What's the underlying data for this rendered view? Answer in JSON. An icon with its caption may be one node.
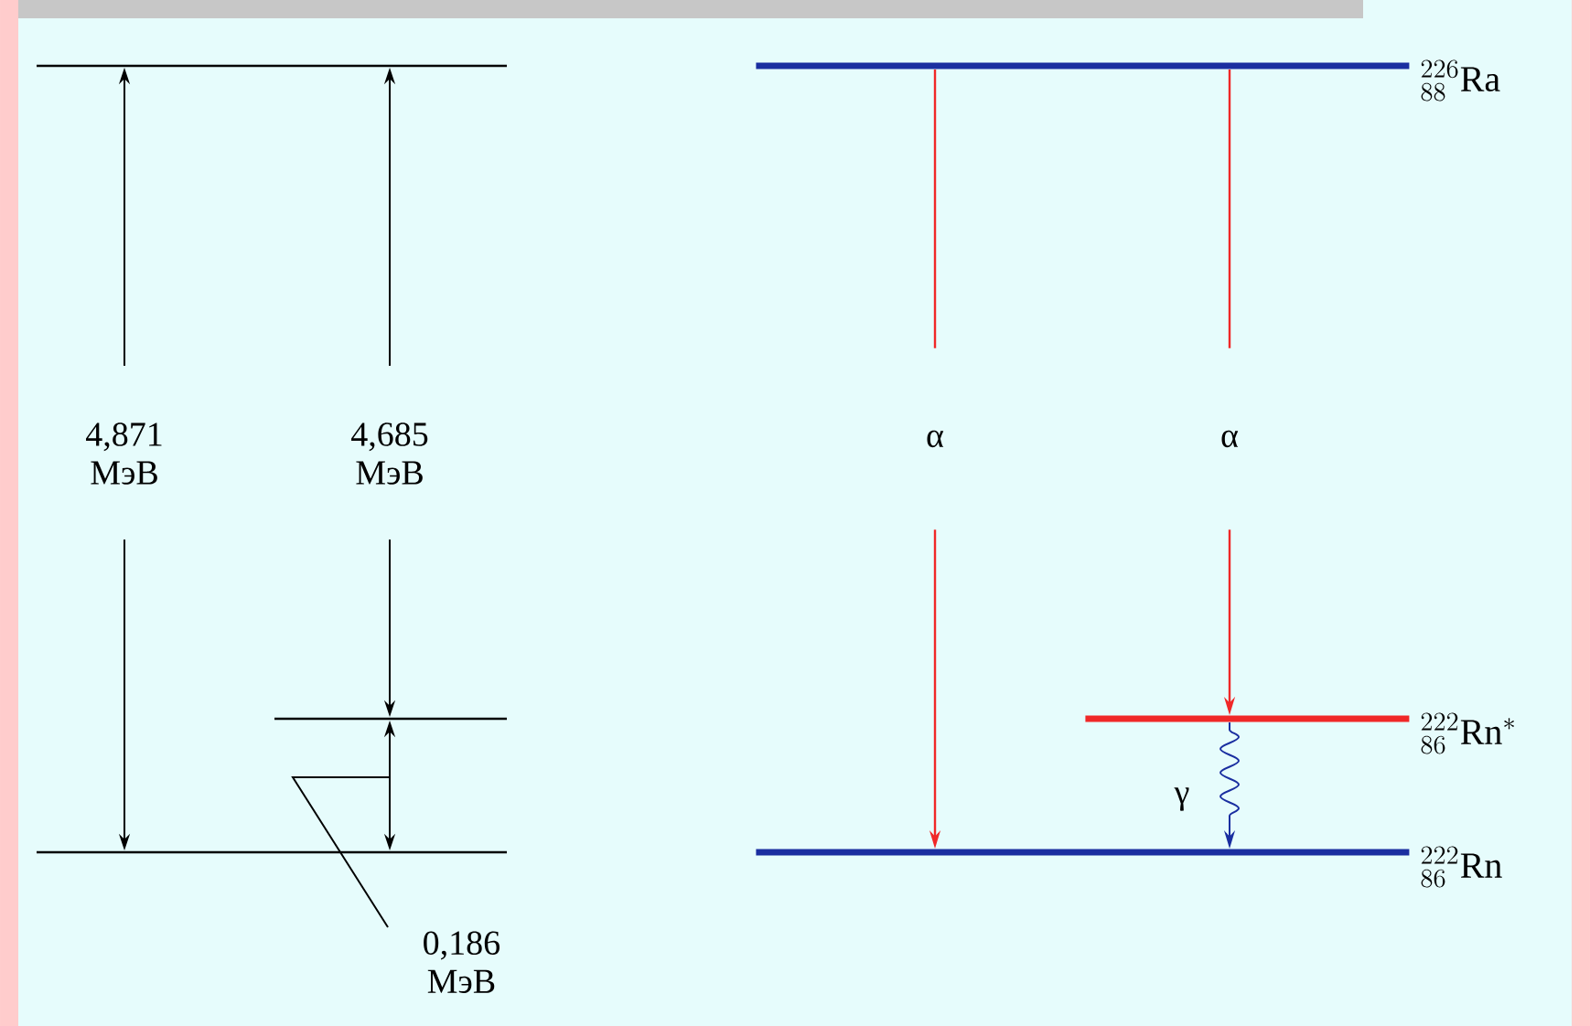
{
  "diagram": {
    "nodes": [
      {
        "text": [],
        "shape": "bar",
        "beside": [
          "{}^{226}_{88}\\mathrm{Ra}"
        ]
      },
      {
        "text": [],
        "shape": "bar",
        "beside": [
          "{}^{222}_{86}\\mathrm{Rn}^{*}"
        ]
      },
      {
        "text": [],
        "shape": "bar",
        "beside": [
          "{}^{222}_{86}\\mathrm{Rn}"
        ]
      },
      {
        "text": [
          "0,186 МэВ"
        ]
      }
    ],
    "edges": [
      {
        "from": 0,
        "to": 2,
        "arrow": "to",
        "label": "α"
      },
      {
        "from": 0,
        "to": 1,
        "arrow": "to",
        "label": "α"
      },
      {
        "from": 1,
        "to": 2,
        "arrow": "to",
        "label": "γ",
        "color": "#1a2ea0"
      },
      {
        "from": 3,
        "to": null,
        "arrow": "none",
        "color": "#000000"
      }
    ],
    "labels": [
      "4,871 МэВ",
      "4,685 МэВ"
    ]
  }
}
